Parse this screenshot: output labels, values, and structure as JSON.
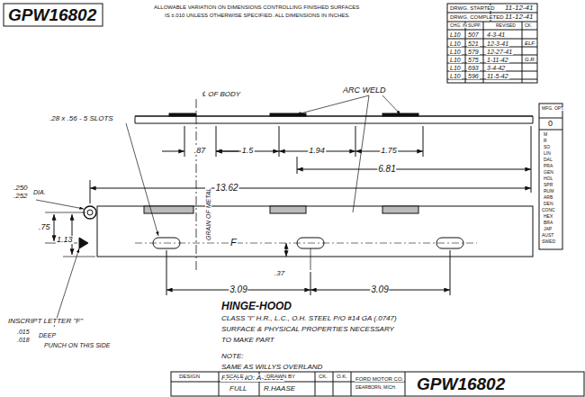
{
  "diagram": {
    "labels": [
      "GPW16802",
      "ALLOWABLE VARIATION ON DIMENSIONS CONTROLLING FINISHED SURFACES",
      "IS ±.010 UNLESS OTHERWISE SPECIFIED.  ALL DIMENSIONS IN INCHES.",
      "DRWG. STARTED",
      "11-12-41",
      "DRWG. COMPLETED",
      "11-12-41",
      "CHG. INF",
      "SUPP.",
      "REVISED",
      "CK.",
      "L10",
      "507",
      "4-3-41",
      "L10",
      "521",
      "12-3-41",
      "ELF",
      "L10",
      "579",
      "12-27-41",
      "L10",
      "575",
      "1-11-42",
      "G.R.",
      "L10",
      "693",
      "3-4-42",
      "L10",
      "596",
      "11-5-42",
      "MFG. OPT.",
      "0",
      "M",
      "R",
      "SO",
      "LIN",
      "DAL",
      "PRA",
      "GEN",
      "HOL",
      "SPR",
      "RUM",
      "ARB",
      "DEN",
      "CONC",
      "HEX",
      "BRA",
      "JAP",
      "AUST",
      "SWED",
      "℄ OF BODY",
      "ARC WELD",
      ".28 x .56 - 5 SLOTS",
      ".87",
      "1.5",
      "1.94",
      "1.75",
      "6.81",
      "13.62",
      ".250",
      ".252",
      "DIA.",
      ".75",
      "1.13",
      "GRAIN OF METAL",
      "F",
      ".37",
      "3.09",
      "3.09",
      "HINGE-HOOD",
      "CLASS \"I\" H.R., L.C., O.H. STEEL P/O #14 GA (.0747)",
      "SURFACE & PHYSICAL PROPERTIES NECESSARY",
      "TO MAKE PART",
      "NOTE:",
      "SAME AS WILLYS OVERLAND",
      "PART NO: A-12101",
      "INSCRIPT LETTER \"F\"",
      ".015",
      ".018",
      "DEEP",
      "PUNCH ON THIS SIDE",
      "DESIGN",
      "SCALE",
      "DRAWN BY",
      "CK.",
      "O.K.",
      "FULL",
      "R.HAASE",
      "FORD MOTOR CO.",
      "DEARBORN, MICH.",
      "GPW16802"
    ]
  }
}
